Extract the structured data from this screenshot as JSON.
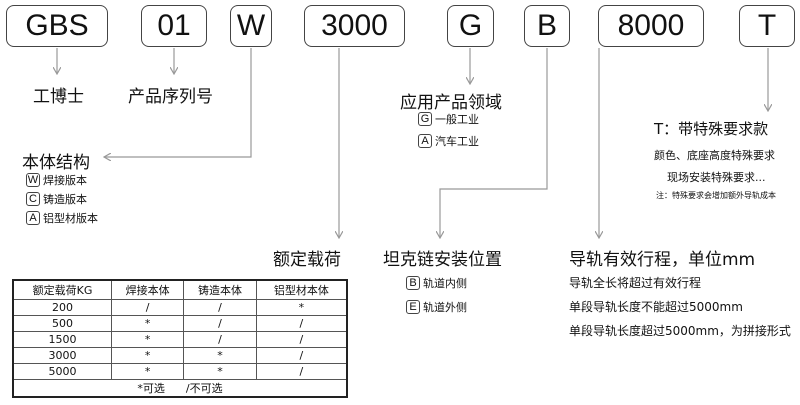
{
  "code_boxes": [
    {
      "id": "gbs",
      "text": "GBS"
    },
    {
      "id": "01",
      "text": "01"
    },
    {
      "id": "w",
      "text": "W"
    },
    {
      "id": "3000",
      "text": "3000"
    },
    {
      "id": "g",
      "text": "G"
    },
    {
      "id": "b",
      "text": "B"
    },
    {
      "id": "8000",
      "text": "8000"
    },
    {
      "id": "t",
      "text": "T"
    }
  ],
  "labels": {
    "brand": "工博士",
    "series": "产品序列号",
    "application": "应用产品领域",
    "body": "本体结构",
    "load": "额定载荷",
    "tank_chain": "坦克链安装位置",
    "stroke": "导轨有效行程，单位mm",
    "special": "T：带特殊要求款"
  },
  "application_options": [
    {
      "key": "G",
      "text": "一般工业"
    },
    {
      "key": "A",
      "text": "汽车工业"
    }
  ],
  "body_options": [
    {
      "key": "W",
      "text": "焊接版本"
    },
    {
      "key": "C",
      "text": "铸造版本"
    },
    {
      "key": "A",
      "text": "铝型材版本"
    }
  ],
  "tank_chain_options": [
    {
      "key": "B",
      "text": "轨道内侧"
    },
    {
      "key": "E",
      "text": "轨道外侧"
    }
  ],
  "special_notes": [
    "颜色、底座高度特殊要求",
    "现场安装特殊要求...",
    "注：特殊要求会增加额外导轨成本"
  ],
  "stroke_notes": [
    "导轨全长将超过有效行程",
    "单段导轨长度不能超过5000mm",
    "单段导轨长度超过5000mm，为拼接形式"
  ],
  "table": {
    "headers": [
      "额定载荷KG",
      "焊接本体",
      "铸造本体",
      "铝型材本体"
    ],
    "rows": [
      [
        "200",
        "/",
        "/",
        "*"
      ],
      [
        "500",
        "*",
        "/",
        "/"
      ],
      [
        "1500",
        "*",
        "/",
        "/"
      ],
      [
        "3000",
        "*",
        "*",
        "/"
      ],
      [
        "5000",
        "*",
        "*",
        "/"
      ]
    ],
    "legend": "*可选      /不可选"
  }
}
